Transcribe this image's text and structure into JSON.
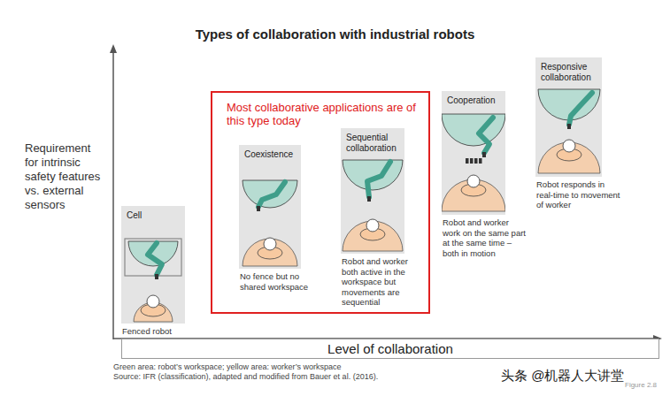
{
  "diagram": {
    "title": "Types of collaboration with industrial robots",
    "nodes": [
      {
        "text": [
          "Most collaborative applications are of this type today"
        ]
      },
      {
        "text": [
          "Cell",
          "Fenced robot"
        ]
      },
      {
        "text": [
          "Coexistence",
          "No fence but no shared workspace"
        ],
        "in": 0
      },
      {
        "text": [
          "Sequential collaboration",
          "Robot and worker both active in the workspace but movements are sequential"
        ],
        "in": 0
      },
      {
        "text": [
          "Cooperation",
          "Robot and worker work on the same part at the same time – both in motion"
        ]
      },
      {
        "text": [
          "Responsive collaboration",
          "Robot responds in real-time to movement of worker"
        ]
      },
      {
        "text": [
          "Level of collaboration"
        ]
      }
    ],
    "labels": [
      "Requirement for intrinsic safety features vs. external sensors",
      "Green area: robot’s workspace; yellow area: worker’s workspace",
      "Source: IFR (classification), adapted and modified from Bauer et al. (2016).",
      "头条 @机器人大讲堂",
      "Figure 2.8"
    ]
  }
}
